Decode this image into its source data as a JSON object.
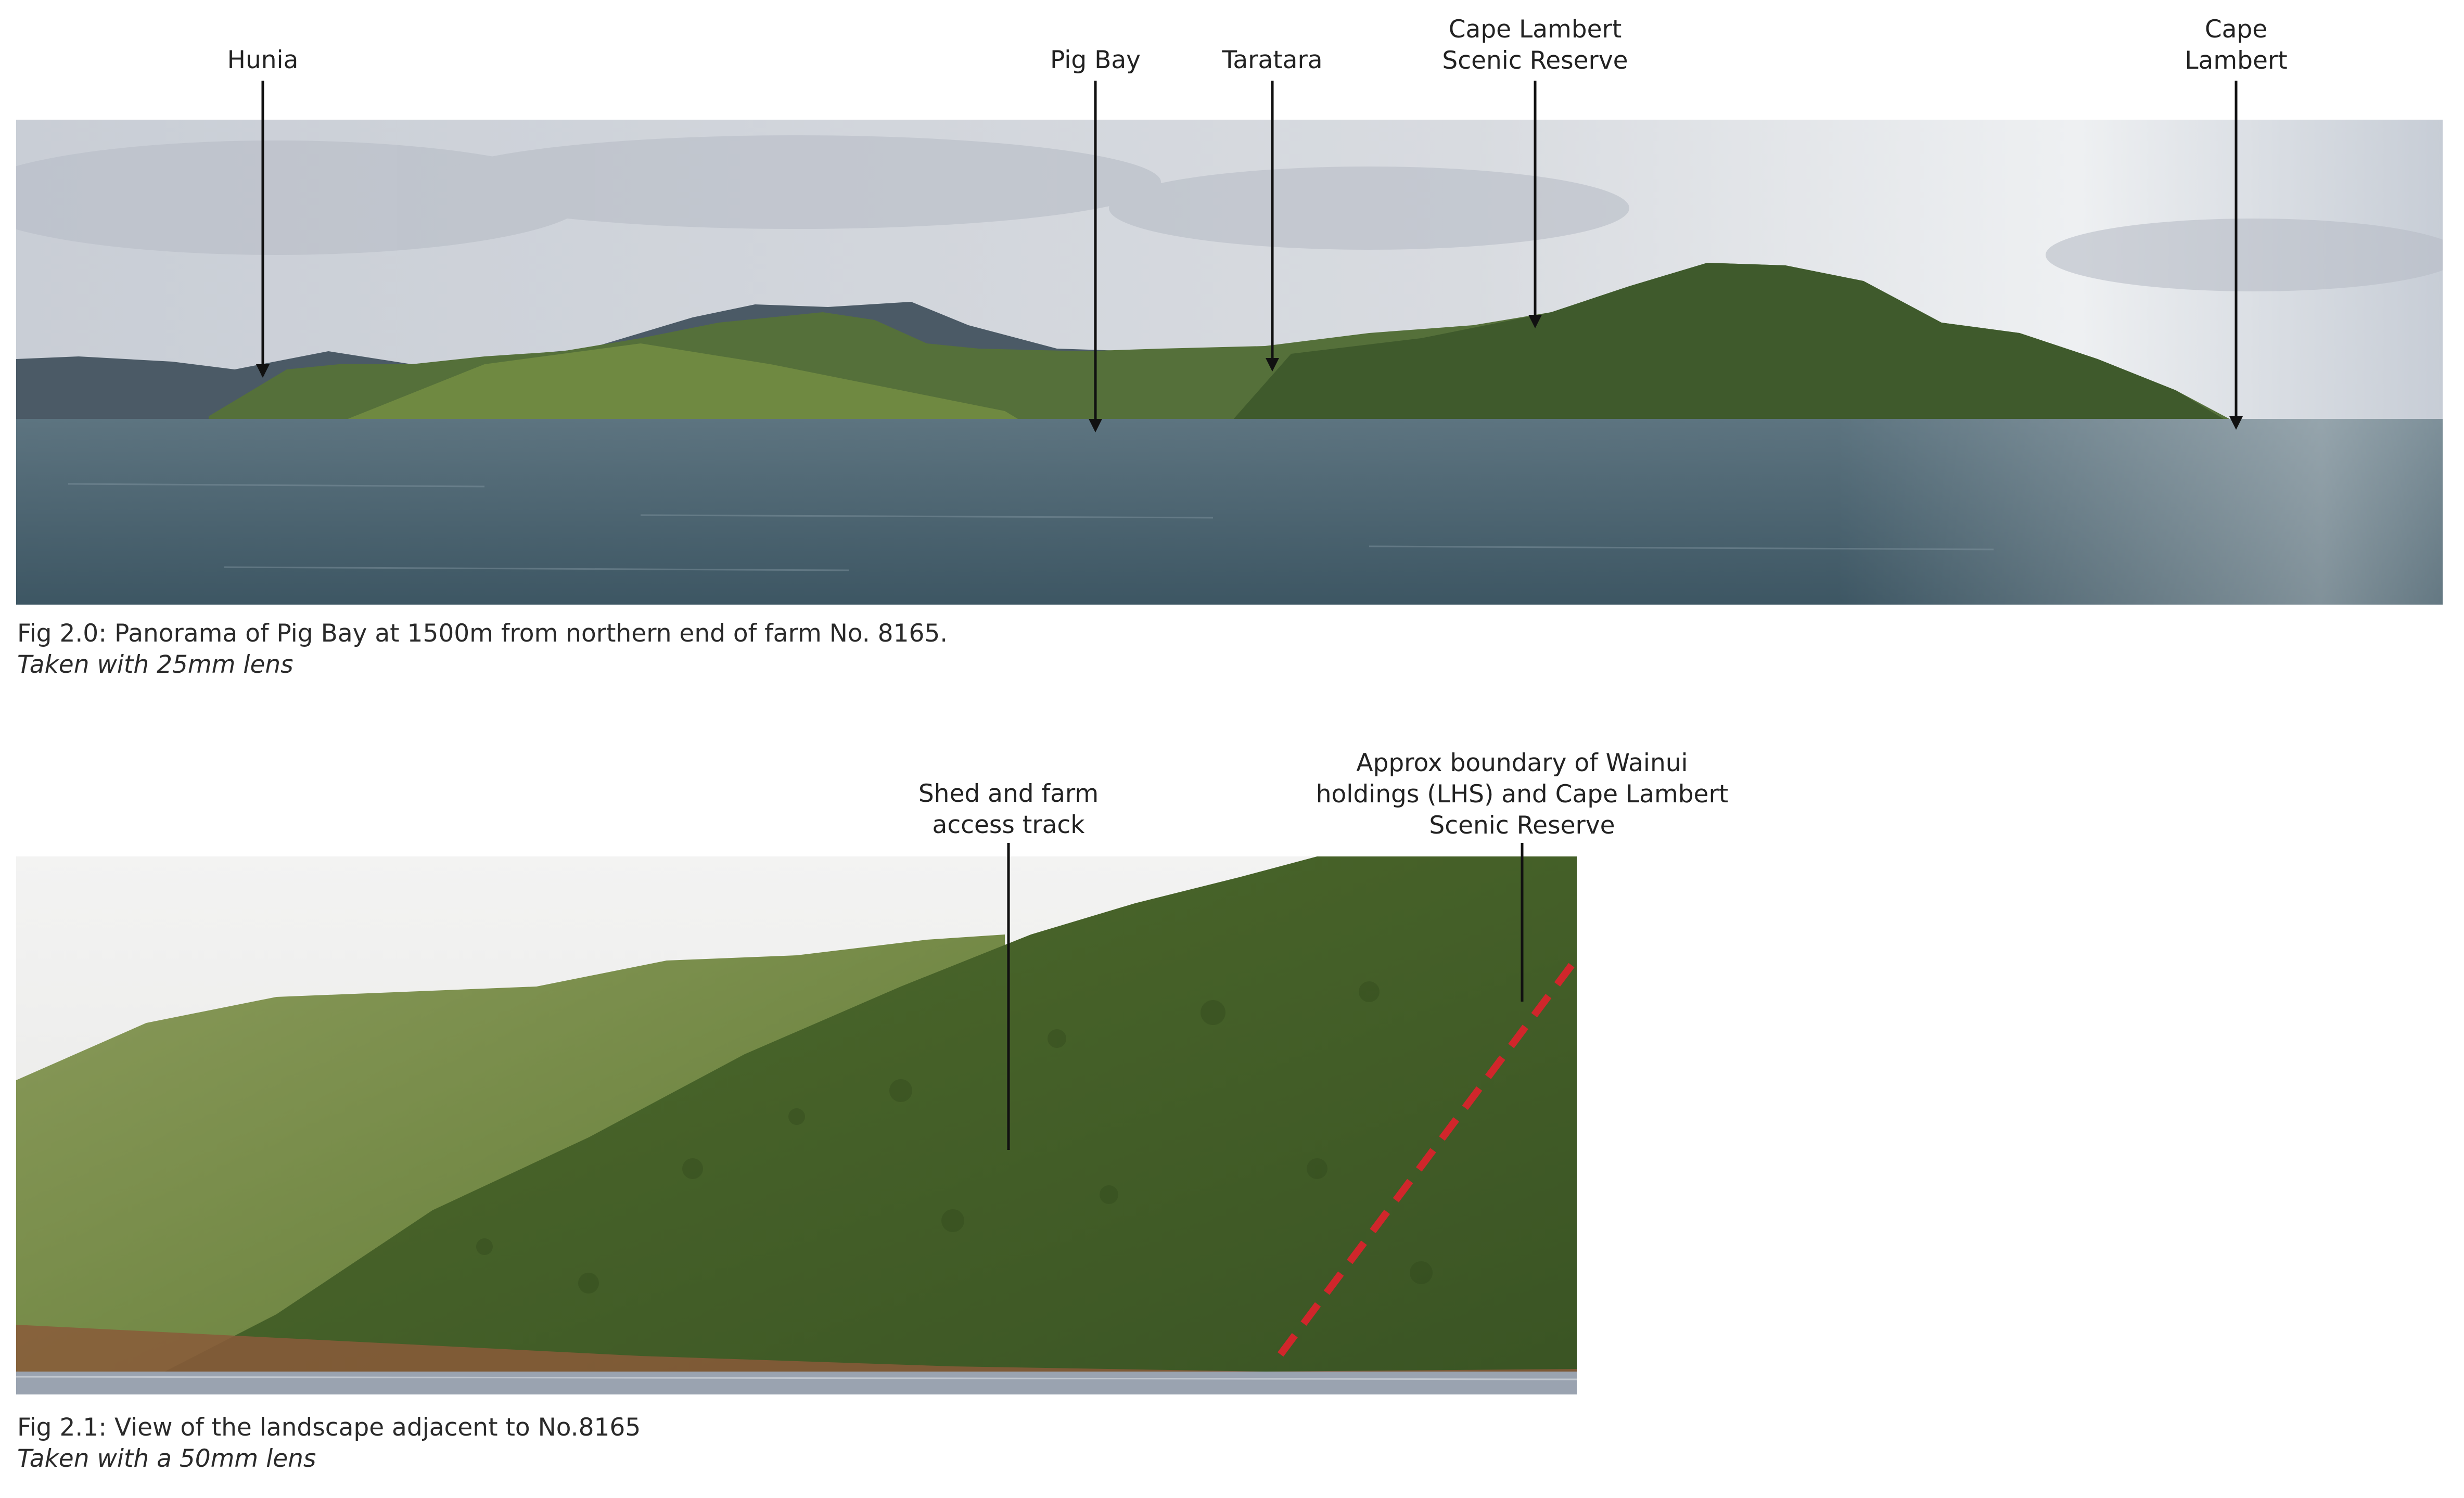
{
  "figures": [
    {
      "id": "fig20",
      "image_description": "panorama-photo",
      "labels": [
        {
          "lines": [
            "Hunia"
          ]
        },
        {
          "lines": [
            "Pig Bay"
          ]
        },
        {
          "lines": [
            "Taratara"
          ]
        },
        {
          "lines": [
            "Cape Lambert",
            "Scenic Reserve"
          ]
        },
        {
          "lines": [
            "Cape",
            "Lambert"
          ]
        }
      ],
      "caption": "Fig 2.0: Panorama of Pig Bay at 1500m from northern end of farm No. 8165.",
      "caption_sub": "Taken with 25mm lens"
    },
    {
      "id": "fig21",
      "image_description": "hillside-photo",
      "labels": [
        {
          "lines": [
            "Shed and farm",
            "access track"
          ]
        },
        {
          "lines": [
            "Approx boundary of Wainui",
            "holdings (LHS) and Cape Lambert",
            "Scenic Reserve"
          ]
        }
      ],
      "caption": "Fig 2.1: View of the landscape adjacent to No.8165",
      "caption_sub": "Taken with a 50mm lens"
    }
  ],
  "colors": {
    "arrow": "#111111",
    "boundary_line": "#d0262b",
    "sea": "#4d6470",
    "sky": "#d4d8de",
    "hill_dark": "#3f5a2a",
    "hill_light": "#6f8a3c"
  }
}
